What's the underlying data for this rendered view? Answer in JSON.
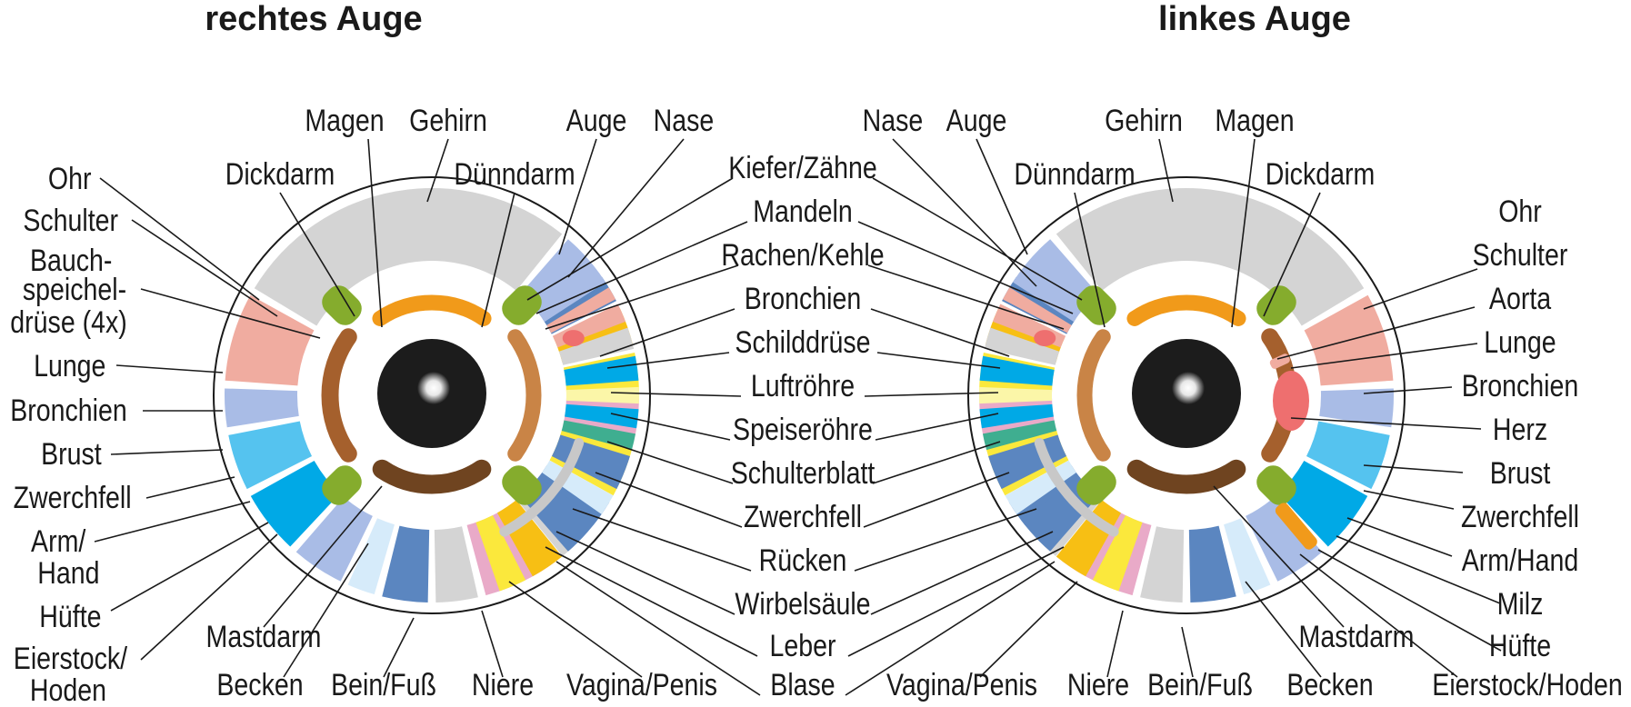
{
  "titles": {
    "right_eye": "rechtes Auge",
    "left_eye": "linkes Auge"
  },
  "right_eye": {
    "labels": {
      "ohr": "Ohr",
      "schulter": "Schulter",
      "bauch1": "Bauch-",
      "bauch2": "speichel-",
      "bauch3": "drüse (4x)",
      "lunge": "Lunge",
      "bronchien": "Bronchien",
      "brust": "Brust",
      "zwerchfell": "Zwerchfell",
      "arm1": "Arm/",
      "arm2": "Hand",
      "huefte": "Hüfte",
      "eier1": "Eierstock/",
      "eier2": "Hoden",
      "dickdarm": "Dickdarm",
      "magen": "Magen",
      "gehirn": "Gehirn",
      "duenndarm": "Dünndarm",
      "auge": "Auge",
      "nase": "Nase",
      "mastdarm": "Mastdarm",
      "becken": "Becken",
      "bein": "Bein/Fuß",
      "niere": "Niere",
      "vagina": "Vagina/Penis"
    }
  },
  "center_labels": {
    "kiefer": "Kiefer/Zähne",
    "mandeln": "Mandeln",
    "rachen": "Rachen/Kehle",
    "bronchien": "Bronchien",
    "schilddruese": "Schilddrüse",
    "luftroehre": "Luftröhre",
    "speiseroehre": "Speiseröhre",
    "schulterblatt": "Schulterblatt",
    "zwerchfell": "Zwerchfell",
    "ruecken": "Rücken",
    "wirbelsaeule": "Wirbelsäule",
    "leber": "Leber",
    "blase": "Blase"
  },
  "left_eye": {
    "labels": {
      "nase": "Nase",
      "auge": "Auge",
      "gehirn": "Gehirn",
      "magen": "Magen",
      "duenndarm": "Dünndarm",
      "dickdarm": "Dickdarm",
      "ohr": "Ohr",
      "schulter": "Schulter",
      "aorta": "Aorta",
      "lunge": "Lunge",
      "bronchien": "Bronchien",
      "herz": "Herz",
      "brust": "Brust",
      "zwerchfell": "Zwerchfell",
      "arm": "Arm/Hand",
      "milz": "Milz",
      "huefte": "Hüfte",
      "eier": "Eierstock/Hoden",
      "mastdarm": "Mastdarm",
      "vagina": "Vagina/Penis",
      "niere": "Niere",
      "bein": "Bein/Fuß",
      "becken": "Becken"
    }
  },
  "colors": {
    "grey": "#d4d4d4",
    "salmon": "#f0aca0",
    "periwinkle": "#a9bce6",
    "lightblue": "#55c3ef",
    "blue": "#00a9e6",
    "paleblue": "#d6ebfa",
    "steelblue": "#5b86c0",
    "teal": "#3fae90",
    "paleyellow": "#fbf6a8",
    "yellow": "#fbe83c",
    "gold": "#f7bf14",
    "pink": "#e9aac8",
    "red": "#ee6f6f",
    "olive": "#85ac2d",
    "orange": "#f19a1a",
    "brown": "#a5602d",
    "lightbrown": "#c98446",
    "darkbrown": "#6f4420",
    "pupil": "#1c1c1c"
  }
}
